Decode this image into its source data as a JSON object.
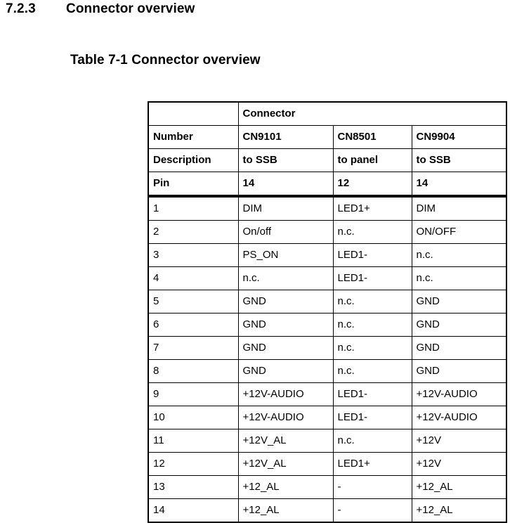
{
  "section": {
    "number": "7.2.3",
    "title": "Connector overview"
  },
  "caption": "Table 7-1 Connector overview",
  "table": {
    "merged_header": {
      "blank": "",
      "connector_label": "Connector"
    },
    "header_rows": [
      {
        "label": "Number",
        "values": [
          "CN9101",
          "CN8501",
          "CN9904"
        ]
      },
      {
        "label": "Description",
        "values": [
          "to SSB",
          "to panel",
          "to SSB"
        ]
      },
      {
        "label": "Pin",
        "values": [
          "14",
          "12",
          "14"
        ]
      }
    ],
    "rows": [
      {
        "pin": "1",
        "values": [
          "DIM",
          "LED1+",
          "DIM"
        ]
      },
      {
        "pin": "2",
        "values": [
          "On/off",
          "n.c.",
          "ON/OFF"
        ]
      },
      {
        "pin": "3",
        "values": [
          "PS_ON",
          "LED1-",
          "n.c."
        ]
      },
      {
        "pin": "4",
        "values": [
          "n.c.",
          "LED1-",
          "n.c."
        ]
      },
      {
        "pin": "5",
        "values": [
          "GND",
          "n.c.",
          "GND"
        ]
      },
      {
        "pin": "6",
        "values": [
          "GND",
          "n.c.",
          "GND"
        ]
      },
      {
        "pin": "7",
        "values": [
          "GND",
          "n.c.",
          "GND"
        ]
      },
      {
        "pin": "8",
        "values": [
          "GND",
          "n.c.",
          "GND"
        ]
      },
      {
        "pin": "9",
        "values": [
          "+12V-AUDIO",
          "LED1-",
          "+12V-AUDIO"
        ]
      },
      {
        "pin": "10",
        "values": [
          "+12V-AUDIO",
          "LED1-",
          "+12V-AUDIO"
        ]
      },
      {
        "pin": "11",
        "values": [
          "+12V_AL",
          "n.c.",
          "+12V"
        ]
      },
      {
        "pin": "12",
        "values": [
          "+12V_AL",
          "LED1+",
          "+12V"
        ]
      },
      {
        "pin": "13",
        "values": [
          "+12_AL",
          "-",
          "+12_AL"
        ]
      },
      {
        "pin": "14",
        "values": [
          "+12_AL",
          "-",
          "+12_AL"
        ]
      }
    ]
  },
  "colors": {
    "page_background": "#ffffff",
    "text": "#000000",
    "border": "#000000"
  }
}
